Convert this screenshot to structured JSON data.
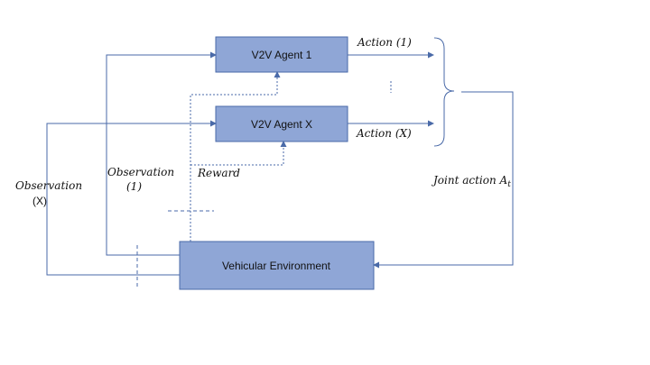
{
  "colors": {
    "box_fill": "#8fa6d6",
    "box_stroke": "#4a6aa8",
    "arrow": "#4a6aa8"
  },
  "boxes": {
    "agent1": "V2V Agent 1",
    "agentx": "V2V Agent X",
    "environment": "Vehicular Environment"
  },
  "labels": {
    "action1": "Action (1)",
    "actionx": "Action (X)",
    "reward": "Reward",
    "observation1_line1": "Observation",
    "observation1_line2": "(1)",
    "observationx_line1": "Observation",
    "observationx_line2": "(X)",
    "joint_action": "Joint action A",
    "joint_action_sub": "t"
  }
}
